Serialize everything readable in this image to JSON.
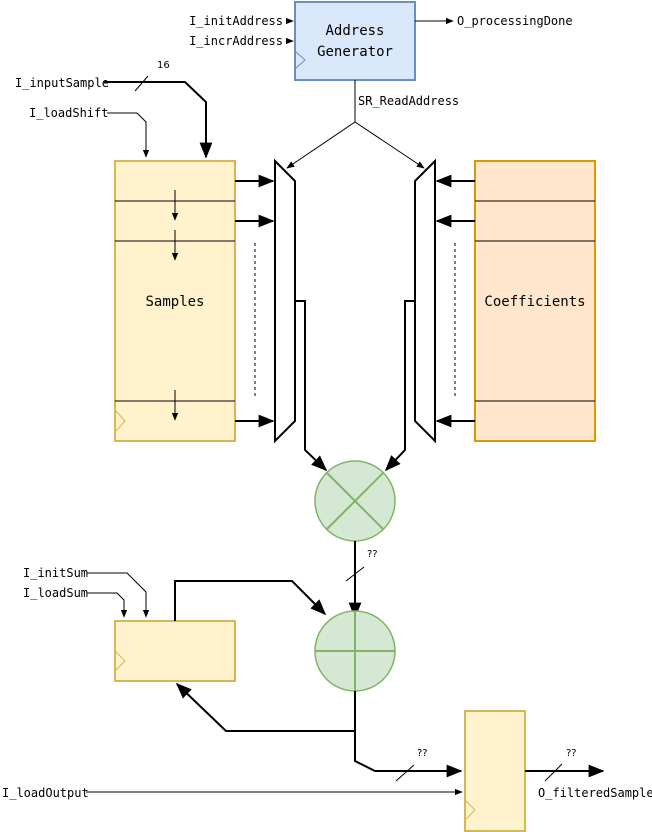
{
  "address_generator": {
    "line1": "Address",
    "line2": "Generator",
    "input_init": "I_initAddress",
    "input_incr": "I_incrAddress",
    "output_done": "O_processingDone",
    "read_address": "SR_ReadAddress"
  },
  "samples": {
    "label": "Samples",
    "input_sample": "I_inputSample",
    "input_width": "16",
    "load_shift": "I_loadShift"
  },
  "coefficients": {
    "label": "Coefficients"
  },
  "accumulator": {
    "init_sum": "I_initSum",
    "load_sum": "I_loadSum",
    "product_width": "??",
    "feedback_width": "??"
  },
  "output_register": {
    "load_output": "I_loadOutput",
    "output": "O_filteredSample",
    "output_width": "??"
  },
  "colors": {
    "address_fill": "#dae8fc",
    "address_stroke": "#6c8ebf",
    "samples_fill": "#fff2cc",
    "samples_stroke": "#d6b656",
    "coeff_fill": "#ffe6cc",
    "coeff_stroke": "#d79b00",
    "op_fill": "#d5e8d4",
    "op_stroke": "#82b366"
  }
}
